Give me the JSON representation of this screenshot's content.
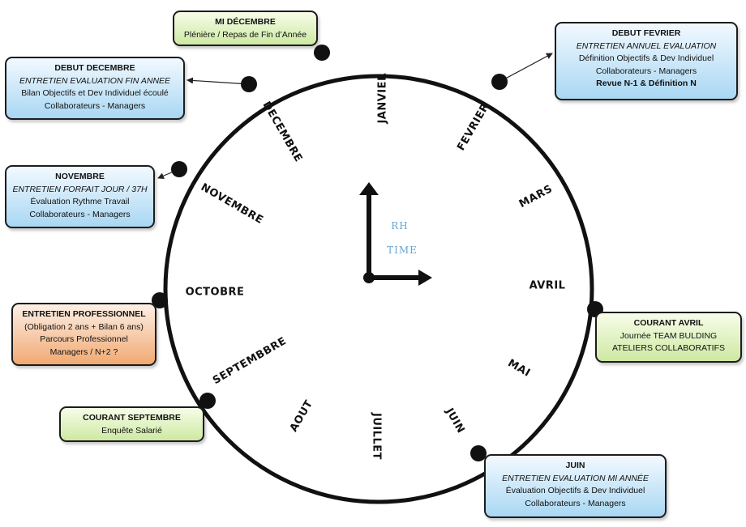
{
  "clock": {
    "months": [
      "JANVIER",
      "FEVRIER",
      "MARS",
      "AVRIL",
      "MAI",
      "JUIN",
      "JUILLET",
      "AOUT",
      "SEPTEMBBRE",
      "OCTOBRE",
      "NOVEMBRE",
      "DECEMBRE"
    ],
    "center_label_1": "RH",
    "center_label_2": "TIME"
  },
  "colors": {
    "blue": "#a9d7f3",
    "green": "#cde9a2",
    "orange": "#f1a972"
  },
  "boxes": {
    "mi_decembre": {
      "title": "MI DÉCEMBRE",
      "line1": "Plénière / Repas de Fin d’Année"
    },
    "debut_decembre": {
      "title": "DEBUT DECEMBRE",
      "subtitle": "ENTRETIEN  EVALUATION FIN ANNEE",
      "line1": "Bilan Objectifs et Dev Individuel écoulé",
      "line2": "Collaborateurs - Managers"
    },
    "novembre": {
      "title": "NOVEMBRE",
      "subtitle": "ENTRETIEN  FORFAIT JOUR / 37H",
      "line1": "Évaluation Rythme Travail",
      "line2": "Collaborateurs - Managers"
    },
    "entretien_pro": {
      "title": "ENTRETIEN PROFESSIONNEL",
      "line1": "(Obligation 2 ans + Bilan 6 ans)",
      "line2": "Parcours Professionnel",
      "line3": "Managers / N+2 ?"
    },
    "courant_septembre": {
      "title": "COURANT SEPTEMBRE",
      "line1": "Enquête Salarié"
    },
    "debut_fevrier": {
      "title": "DEBUT FEVRIER",
      "subtitle": "ENTRETIEN  ANNUEL EVALUATION",
      "line1": "Définition Objectifs & Dev Individuel",
      "line2": "Collaborateurs - Managers",
      "line3": "Revue N-1 & Définition N"
    },
    "courant_avril": {
      "title": "COURANT AVRIL",
      "line1": "Journée TEAM BULDING",
      "line2": "ATELIERS COLLABORATIFS"
    },
    "juin": {
      "title": "JUIN",
      "subtitle": "ENTRETIEN  EVALUATION MI ANNÉE",
      "line1": "Évaluation Objectifs & Dev Individuel",
      "line2": "Collaborateurs - Managers"
    }
  }
}
